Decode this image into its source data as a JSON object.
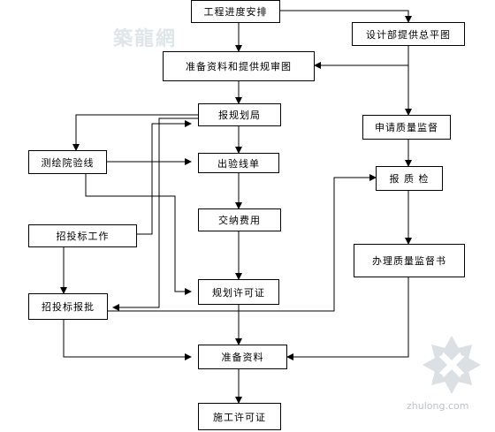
{
  "nodes": {
    "schedule": "工程进度安排",
    "design_plan": "设计部提供总平图",
    "prepare_docs": "准备资料和提供规审图",
    "planning_bureau": "报规划局",
    "quality_supervision_apply": "申请质量监督",
    "survey_institute": "测绘院验线",
    "survey_sheet": "出验线单",
    "quality_check": "报 质 检",
    "pay_fees": "交纳费用",
    "bidding_work": "招投标工作",
    "quality_supervision_doc": "办理质量监督书",
    "planning_permit": "规划许可证",
    "bidding_approval": "招投标报批",
    "prepare_materials": "准备资料",
    "construction_permit": "施工许可证"
  },
  "watermark": {
    "text": "築龍網",
    "site": "zhulong.com"
  }
}
